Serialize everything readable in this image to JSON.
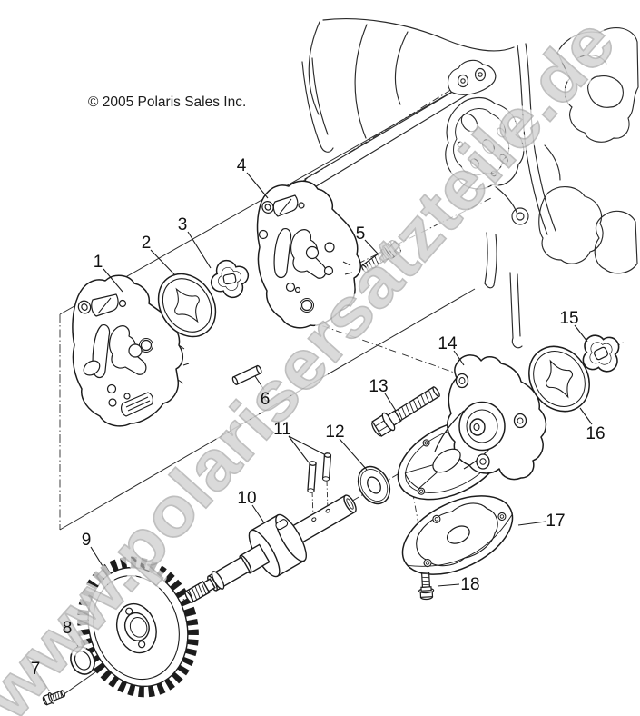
{
  "copyright": "© 2005 Polaris Sales Inc.",
  "watermark": "www.polarisersatzteile.de",
  "part_labels": [
    "1",
    "2",
    "3",
    "4",
    "5",
    "6",
    "7",
    "8",
    "9",
    "10",
    "11",
    "12",
    "13",
    "14",
    "15",
    "16",
    "17",
    "18"
  ]
}
